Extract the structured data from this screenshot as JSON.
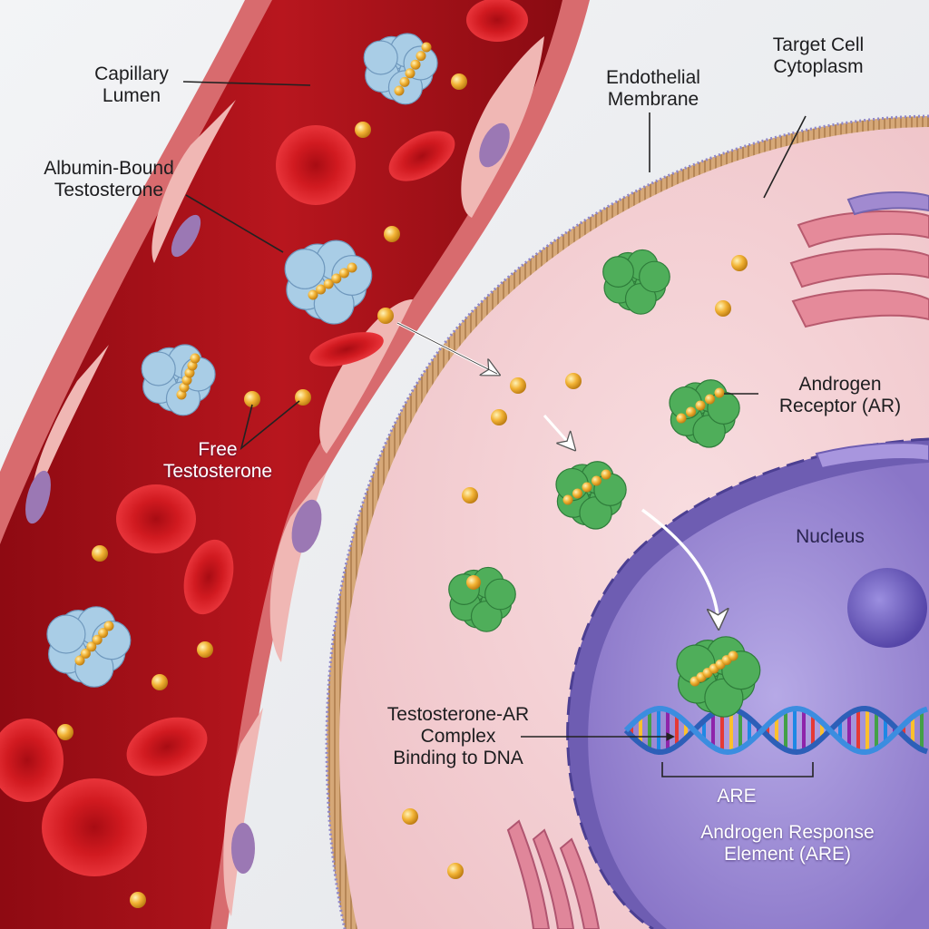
{
  "labels": {
    "capillary_lumen": [
      "Capillary",
      "Lumen"
    ],
    "albumin_bound": [
      "Albumin-Bound",
      "Testosterone"
    ],
    "free_testosterone": [
      "Free",
      "Testosterone"
    ],
    "endothelial_membrane": [
      "Endothelial",
      "Membrane"
    ],
    "target_cell_cytoplasm": [
      "Target Cell",
      "Cytoplasm"
    ],
    "androgen_receptor": [
      "Androgen",
      "Receptor (AR)"
    ],
    "nucleus": "Nucleus",
    "complex_binding": [
      "Testosterone-AR",
      "Complex",
      "Binding to DNA"
    ],
    "are_short": "ARE",
    "are_full": [
      "Androgen Response",
      "Element (ARE)"
    ]
  },
  "colors": {
    "blood": "#b3141c",
    "vessel_wall": "#e98f8c",
    "rbc": "#d3161e",
    "albumin": "#a9cde6",
    "testosterone": "#f2b335",
    "receptor": "#4fae5a",
    "cytoplasm": "#f5cfd2",
    "membrane": "#c99a6c",
    "nucleus": "#8b77c9",
    "nucleolus": "#6a5cc0"
  }
}
